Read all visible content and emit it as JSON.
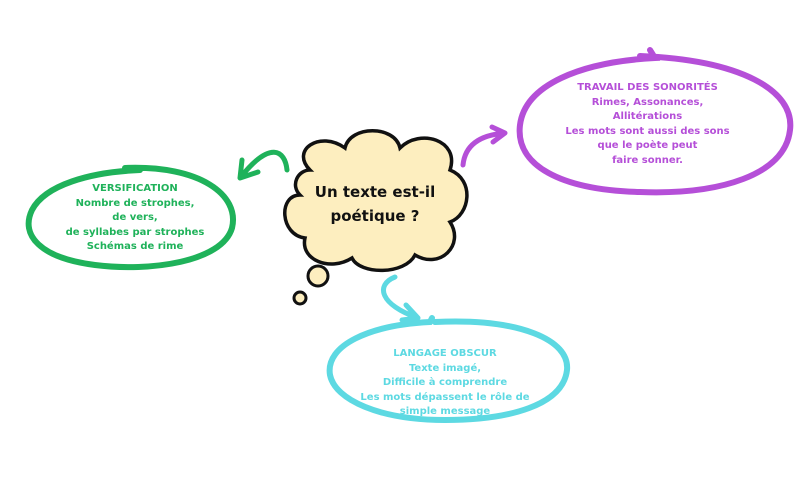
{
  "colors": {
    "versification": "#1fb25a",
    "sonorites": "#b54fd8",
    "obscur": "#5dd9e2",
    "cloud_fill": "#fdeebf",
    "outline": "#111111"
  },
  "center": {
    "lines": [
      "Un texte est-il",
      "poétique ?"
    ]
  },
  "versification": {
    "title": "VERSIFICATION",
    "lines": [
      "Nombre de strophes,",
      "de vers,",
      "de syllabes par strophes",
      "Schémas de rime"
    ]
  },
  "sonorites": {
    "title": "TRAVAIL DES SONORITÉS",
    "lines": [
      "Rimes, Assonances,",
      "Allitérations",
      "Les mots sont aussi des sons",
      "que le poète peut",
      "faire sonner."
    ]
  },
  "obscur": {
    "title": "LANGAGE OBSCUR",
    "lines": [
      "Texte imagé,",
      "Difficile à comprendre",
      "Les mots dépassent le rôle de",
      "simple message"
    ]
  }
}
